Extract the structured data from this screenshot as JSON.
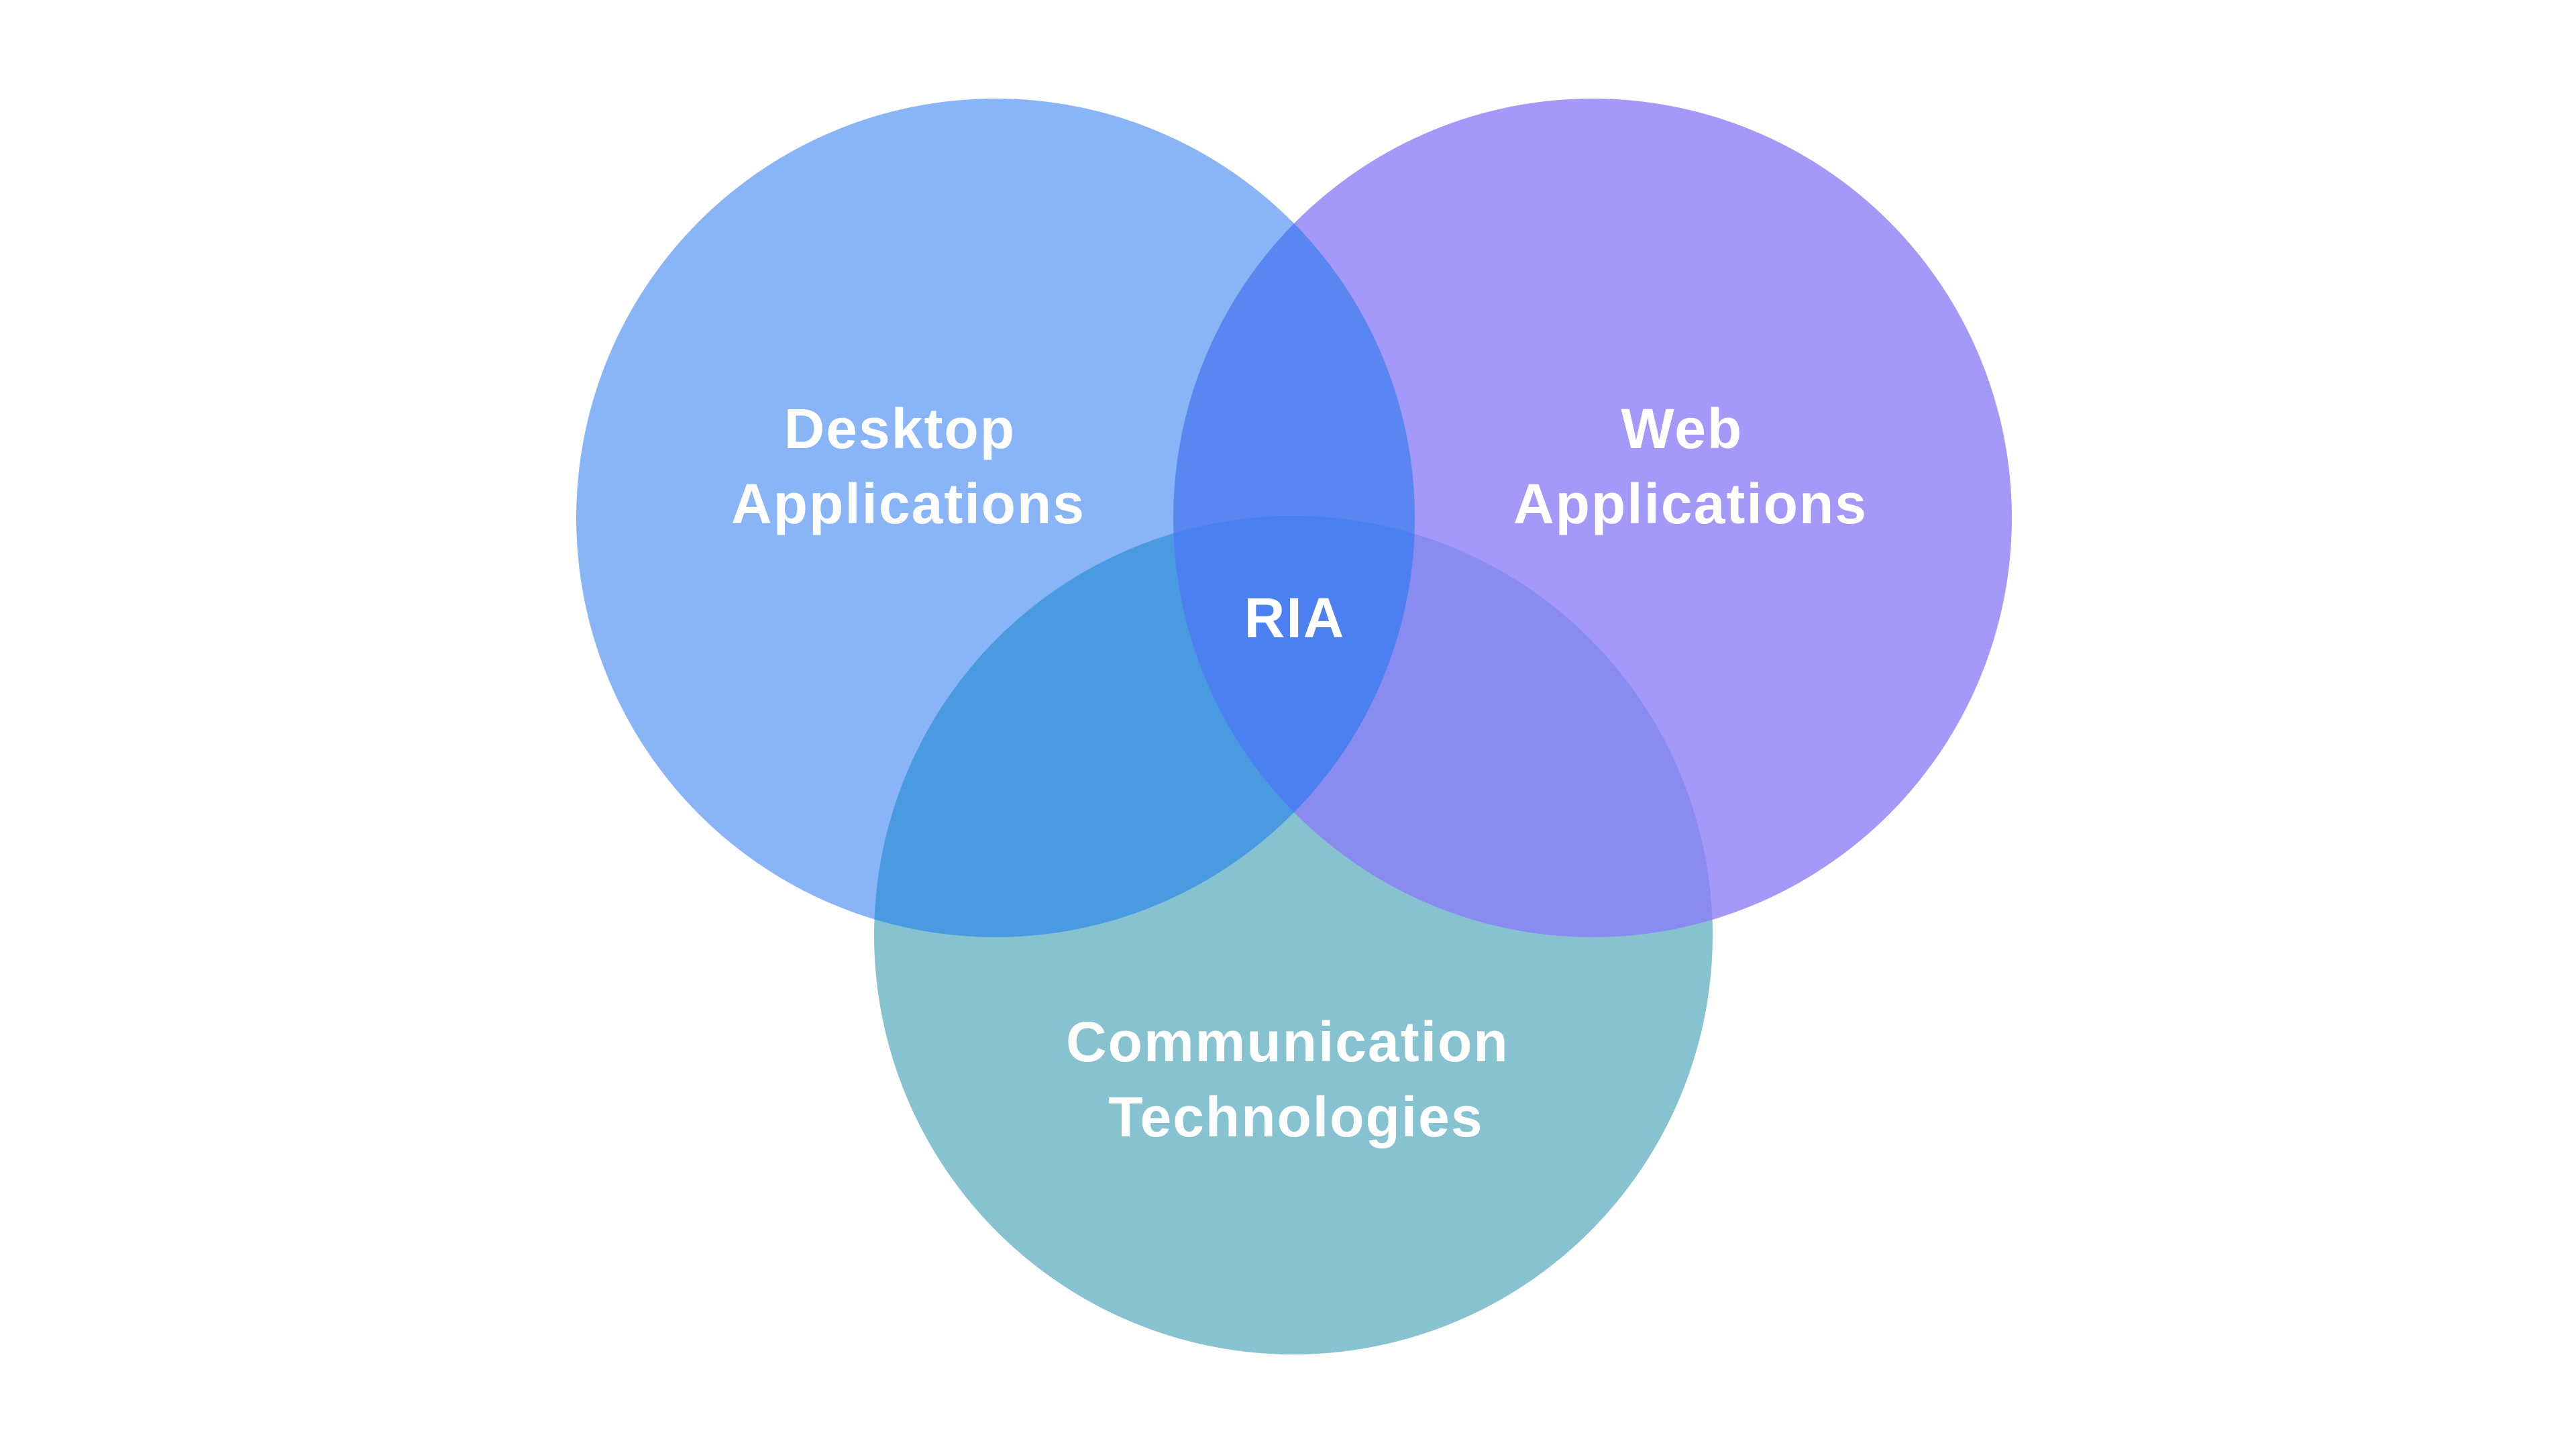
{
  "diagram": {
    "type": "venn",
    "colors": {
      "background": "#ffffff",
      "desktop": "#89b5f7",
      "web": "#a498f9",
      "communication": "#87c2d0",
      "desktop_web": "#5a86f2",
      "desktop_communication": "#4a9ae1",
      "web_communication": "#8a8bf0",
      "center": "#4c7ff0",
      "label": "#ffffff"
    },
    "sets": [
      {
        "id": "desktop",
        "label_lines": [
          "Desktop",
          "Applications"
        ]
      },
      {
        "id": "web",
        "label_lines": [
          "Web",
          "Applications"
        ]
      },
      {
        "id": "communication",
        "label_lines": [
          "Communication",
          "Technologies"
        ]
      }
    ],
    "intersection": {
      "label": "RIA"
    }
  }
}
